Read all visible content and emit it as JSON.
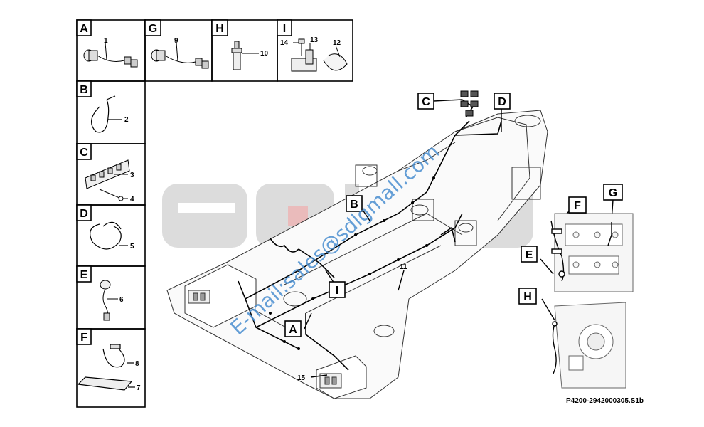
{
  "panels": [
    {
      "letter": "A",
      "numbers": [
        "1"
      ]
    },
    {
      "letter": "G",
      "numbers": [
        "9"
      ]
    },
    {
      "letter": "H",
      "numbers": [
        "10"
      ]
    },
    {
      "letter": "I",
      "numbers": [
        "14",
        "13",
        "12"
      ]
    },
    {
      "letter": "B",
      "numbers": [
        "2"
      ]
    },
    {
      "letter": "C",
      "numbers": [
        "3",
        "4"
      ]
    },
    {
      "letter": "D",
      "numbers": [
        "5"
      ]
    },
    {
      "letter": "E",
      "numbers": [
        "6"
      ]
    },
    {
      "letter": "F",
      "numbers": [
        "8",
        "7"
      ]
    }
  ],
  "callouts": {
    "c": "C",
    "d": "D",
    "b": "B",
    "i": "I",
    "a": "A",
    "f": "F",
    "g": "G",
    "e": "E",
    "h": "H"
  },
  "item_numbers": {
    "n11": "11",
    "n15": "15"
  },
  "watermark": {
    "logo": "SDLG",
    "email": "E-mail:sales@sdlgmall.com"
  },
  "part_code": "P4200-2942000305.S1b",
  "colors": {
    "line": "#000000",
    "watermark_gray": "#d9d9d9",
    "watermark_red": "#e8b4b4",
    "email_blue": "#4a8fd0"
  }
}
